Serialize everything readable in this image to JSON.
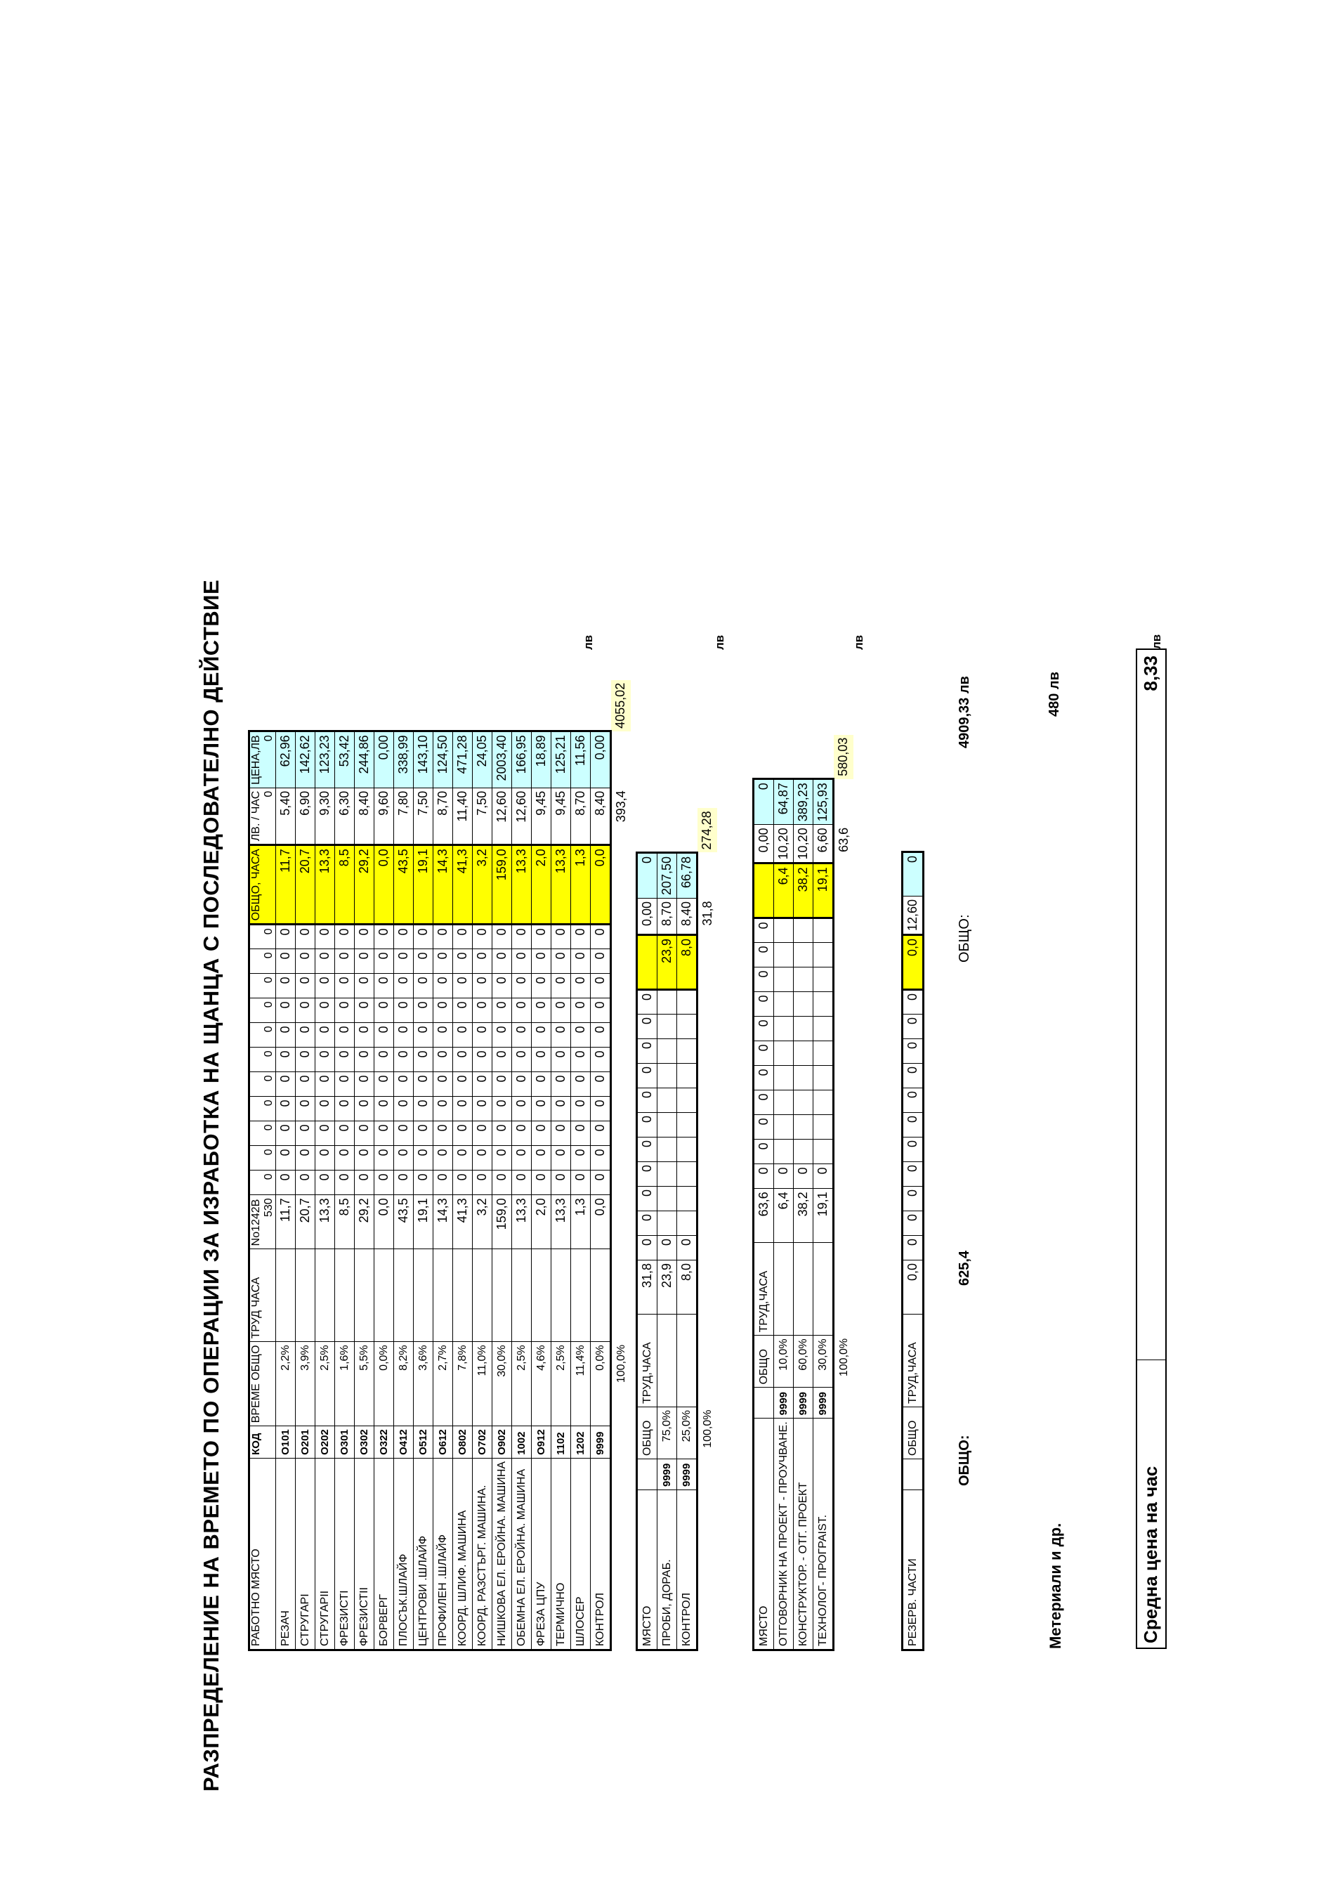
{
  "title": "РАЗПРЕДЕЛЕНИЕ НА ВРЕМЕТО ПО ОПЕРАЦИИ ЗА ИЗРАБОТКА НА  ЩАНЦА С ПОСЛЕДОВАТЕЛНО ДЕЙСТВИЕ",
  "main_header": {
    "col1": "РАБОТНО МЯСТО",
    "col2": "КОД",
    "col3": "ВРЕМЕ ОБЩО",
    "col4": "ТРУД ЧАСА",
    "col5": "No1242B",
    "col5_value": "530",
    "total_hours": "ОБЩО, ЧАСА",
    "rate": "ЛВ. / ЧАС",
    "rate_value": "0",
    "price": "ЦЕНА,ЛВ",
    "price_value": "0"
  },
  "main_rows": [
    {
      "name": "РЕЗАЧ",
      "code": "О101",
      "pct": "2,2%",
      "hours": "11,7",
      "total": "11,7",
      "rate": "5,40",
      "price": "62,96"
    },
    {
      "name": "СТРУГАРІ",
      "code": "О201",
      "pct": "3,9%",
      "hours": "20,7",
      "total": "20,7",
      "rate": "6,90",
      "price": "142,62"
    },
    {
      "name": "СТРУГАРІІ",
      "code": "О202",
      "pct": "2,5%",
      "hours": "13,3",
      "total": "13,3",
      "rate": "9,30",
      "price": "123,23"
    },
    {
      "name": "ФРЕЗИСТІ",
      "code": "О301",
      "pct": "1,6%",
      "hours": "8,5",
      "total": "8,5",
      "rate": "6,30",
      "price": "53,42"
    },
    {
      "name": "ФРЕЗИСТІІ",
      "code": "О302",
      "pct": "5,5%",
      "hours": "29,2",
      "total": "29,2",
      "rate": "8,40",
      "price": "244,86"
    },
    {
      "name": "БОРВЕРГ",
      "code": "О322",
      "pct": "0,0%",
      "hours": "0,0",
      "total": "0,0",
      "rate": "9,60",
      "price": "0,00"
    },
    {
      "name": "ПЛОСЪК.ШЛАЙФ",
      "code": "О412",
      "pct": "8,2%",
      "hours": "43,5",
      "total": "43,5",
      "rate": "7,80",
      "price": "338,99"
    },
    {
      "name": "ЦЕНТРОВИ .ШЛАЙФ",
      "code": "О512",
      "pct": "3,6%",
      "hours": "19,1",
      "total": "19,1",
      "rate": "7,50",
      "price": "143,10"
    },
    {
      "name": "ПРОФИЛЕН .ШЛАЙФ",
      "code": "О612",
      "pct": "2,7%",
      "hours": "14,3",
      "total": "14,3",
      "rate": "8,70",
      "price": "124,50"
    },
    {
      "name": "КООРД. ШЛИФ. МАШИНА",
      "code": "О802",
      "pct": "7,8%",
      "hours": "41,3",
      "total": "41,3",
      "rate": "11,40",
      "price": "471,28"
    },
    {
      "name": "КООРД. РАЗСТЪРГ. МАШИНА.",
      "code": "О702",
      "pct": "11,0%",
      "hours": "3,2",
      "total": "3,2",
      "rate": "7,50",
      "price": "24,05"
    },
    {
      "name": "НИШКОВА ЕЛ. ЕРОЙНА. МАШИНА",
      "code": "О902",
      "pct": "30,0%",
      "hours": "159,0",
      "total": "159,0",
      "rate": "12,60",
      "price": "2003,40"
    },
    {
      "name": "ОБЕМНА ЕЛ. ЕРОЙНА. МАШИНА",
      "code": "1002",
      "pct": "2,5%",
      "hours": "13,3",
      "total": "13,3",
      "rate": "12,60",
      "price": "166,95"
    },
    {
      "name": "ФРЕЗА ЦПУ",
      "code": "О912",
      "pct": "4,6%",
      "hours": "2,0",
      "total": "2,0",
      "rate": "9,45",
      "price": "18,89"
    },
    {
      "name": "ТЕРМИЧНО",
      "code": "1102",
      "pct": "2,5%",
      "hours": "13,3",
      "total": "13,3",
      "rate": "9,45",
      "price": "125,21"
    },
    {
      "name": "ШЛОСЕР",
      "code": "1202",
      "pct": "11,4%",
      "hours": "1,3",
      "total": "1,3",
      "rate": "8,70",
      "price": "11,56"
    },
    {
      "name": "КОНТРОЛ",
      "code": "9999",
      "pct": "0,0%",
      "hours": "0,0",
      "total": "0,0",
      "rate": "8,40",
      "price": "0,00"
    }
  ],
  "main_totals": {
    "pct": "100,0%",
    "total": "393,4",
    "price": "4055,02",
    "currency": "лв"
  },
  "sec2": {
    "header": {
      "col1": "МЯСТО",
      "col3": "ОБЩО",
      "col4": "ТРУД,ЧАСА",
      "hours": "31,8",
      "rate": "0,00",
      "price": "0"
    },
    "rows": [
      {
        "name": "ПРОБИ, ДОРАБ.",
        "code": "9999",
        "pct": "75,0%",
        "hours": "23,9",
        "total": "23,9",
        "rate": "8,70",
        "price": "207,50"
      },
      {
        "name": "КОНТРОЛ",
        "code": "9999",
        "pct": "25,0%",
        "hours": "8,0",
        "total": "8,0",
        "rate": "8,40",
        "price": "66,78"
      }
    ],
    "totals": {
      "pct": "100,0%",
      "total": "31,8",
      "price": "274,28",
      "currency": "лв"
    }
  },
  "sec3": {
    "header": {
      "col1": "МЯСТО",
      "col3": "ОБЩО",
      "col4": "ТРУД,ЧАСА",
      "hours": "63,6",
      "rate": "0,00",
      "price": "0"
    },
    "rows": [
      {
        "name": "ОТГОВОРНИК НА ПРОЕКТ - ПРОУЧВАНЕ.",
        "code": "9999",
        "pct": "10,0%",
        "hours": "6,4",
        "total": "6,4",
        "rate": "10,20",
        "price": "64,87"
      },
      {
        "name": "КОНСТРУКТОР. - ОТГ. ПРОЕКТ",
        "code": "9999",
        "pct": "60,0%",
        "hours": "38,2",
        "total": "38,2",
        "rate": "10,20",
        "price": "389,23"
      },
      {
        "name": "ТЕХНОЛОГ- ПРОГРАIST.",
        "code": "9999",
        "pct": "30,0%",
        "hours": "19,1",
        "total": "19,1",
        "rate": "6,60",
        "price": "125,93"
      }
    ],
    "totals": {
      "pct": "100,0%",
      "total": "63,6",
      "price": "580,03",
      "currency": "лв"
    }
  },
  "sec4": {
    "name": "РЕЗЕРВ. ЧАСТИ",
    "col3": "ОБЩО",
    "col4": "ТРУД,ЧАСА",
    "hours": "0,0",
    "total": "0,0",
    "rate": "12,60",
    "price": "0"
  },
  "footer": {
    "total_label": "ОБЩО:",
    "total_hours": "625,4",
    "total_label2": "ОБЩО:",
    "grand_total": "4909,33 лв",
    "materials_label": "Метериали и др.",
    "materials_value": "480 лв",
    "avg_label": "Средна цена на час",
    "avg_value": "8,33",
    "avg_currency": "лв"
  },
  "zero": "0"
}
